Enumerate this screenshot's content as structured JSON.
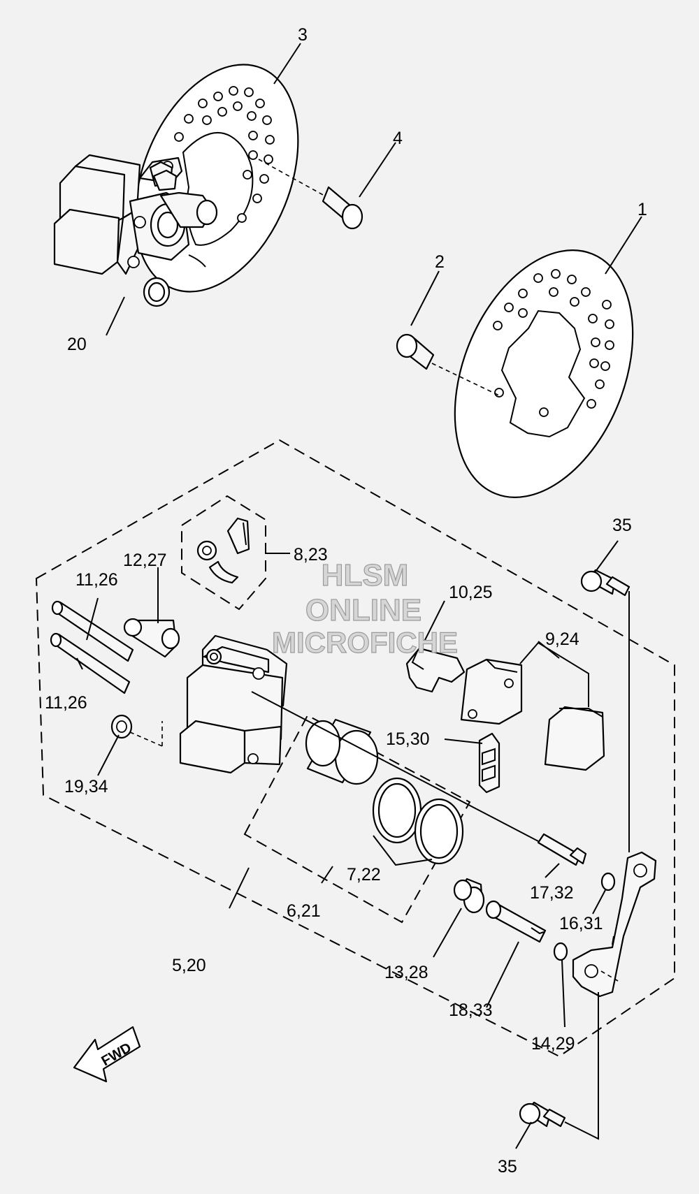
{
  "callouts": {
    "c1": "1",
    "c2": "2",
    "c3": "3",
    "c4": "4",
    "c20": "20",
    "c35_top": "35",
    "c35_bottom": "35",
    "c8_23": "8,23",
    "c12_27": "12,27",
    "c11_26_top": "11,26",
    "c11_26_bottom": "11,26",
    "c10_25": "10,25",
    "c9_24": "9,24",
    "c15_30": "15,30",
    "c19_34": "19,34",
    "c7_22": "7,22",
    "c6_21": "6,21",
    "c5_20": "5,20",
    "c17_32": "17,32",
    "c16_31": "16,31",
    "c13_28": "13,28",
    "c18_33": "18,33",
    "c14_29": "14,29"
  },
  "watermark": {
    "line1": "HLSM",
    "line2": "ONLINE",
    "line3": "MICROFICHE"
  },
  "fwd_label": "FWD"
}
